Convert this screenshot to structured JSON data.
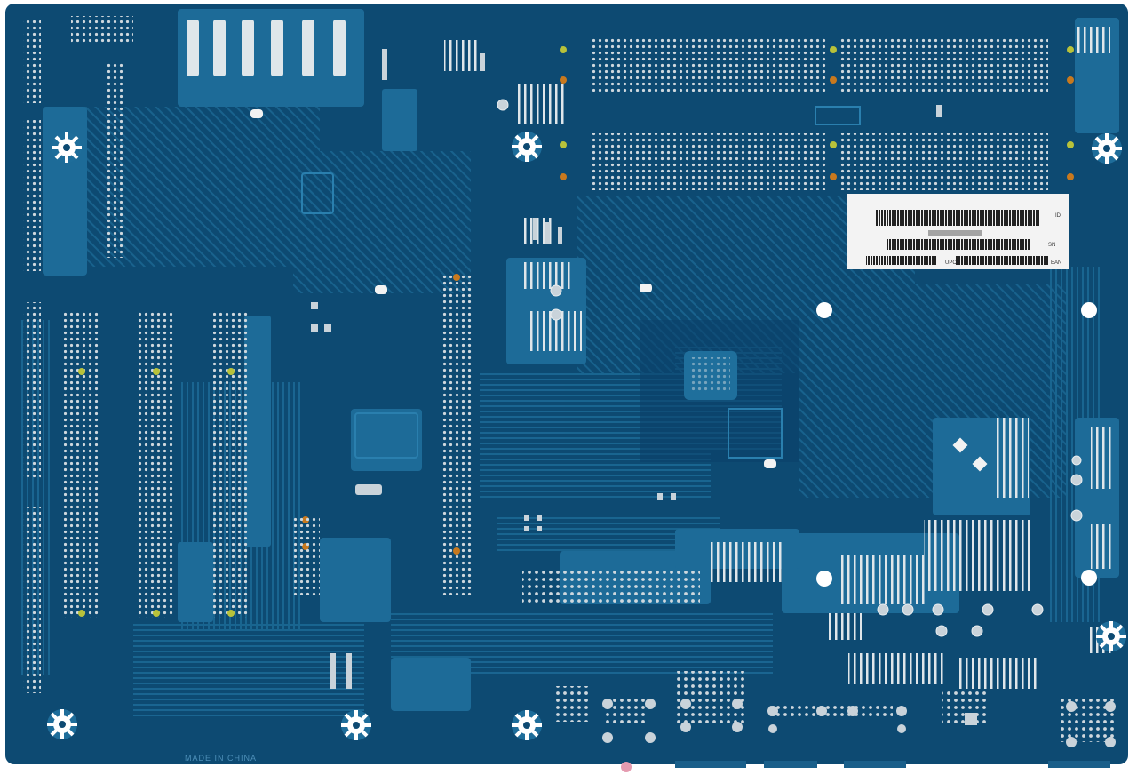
{
  "photo": {
    "subject": "motherboard-back-side",
    "silkscreen_text": "MADE IN CHINA",
    "sticker": {
      "label_sn": "SN",
      "label_ean": "EAN",
      "label_upc": "UPC",
      "label_id": "ID"
    }
  },
  "colors": {
    "background": "#ffffff",
    "pcb": "#0d4a72",
    "pcb_dark": "#083a5e",
    "trace": "#1a6a96",
    "trace_light": "#2a7fae",
    "solder": "#c9d3da",
    "sticker": "#f3f3f3",
    "led_amber": "#c8791e",
    "led_green": "#b8c23a",
    "port_pink": "#e59bb0"
  }
}
